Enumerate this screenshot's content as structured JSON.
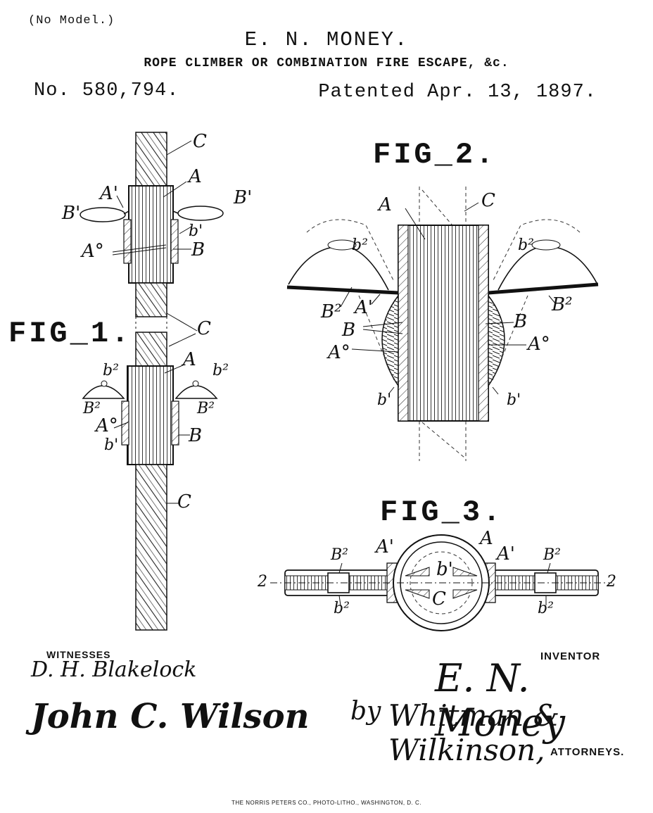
{
  "header": {
    "no_model": "(No Model.)",
    "inventor": "E. N. MONEY.",
    "title": "ROPE CLIMBER OR COMBINATION FIRE ESCAPE, &c.",
    "patent_no": "No. 580,794.",
    "patent_date": "Patented Apr. 13, 1897."
  },
  "figures": {
    "fig1_label": "FIG_1.",
    "fig2_label": "FIG_2.",
    "fig3_label": "FIG_3."
  },
  "ref_labels": {
    "C": "C",
    "A": "A",
    "A1": "A'",
    "A0": "A°",
    "B": "B",
    "B1": "B'",
    "B2": "B²",
    "b1": "b'",
    "b2": "b²",
    "section": "2"
  },
  "witnesses": {
    "heading": "WITNESSES",
    "witness_1": "D. H. Blakelock",
    "witness_2": "John C. Wilson"
  },
  "inventor": {
    "heading": "INVENTOR",
    "signature": "E. N. Money",
    "by": "by",
    "attorneys_signature": "Whitman & Wilkinson,",
    "attorneys_heading": "ATTORNEYS."
  },
  "footer": {
    "printer": "THE NORRIS PETERS CO., PHOTO-LITHO., WASHINGTON, D. C."
  }
}
